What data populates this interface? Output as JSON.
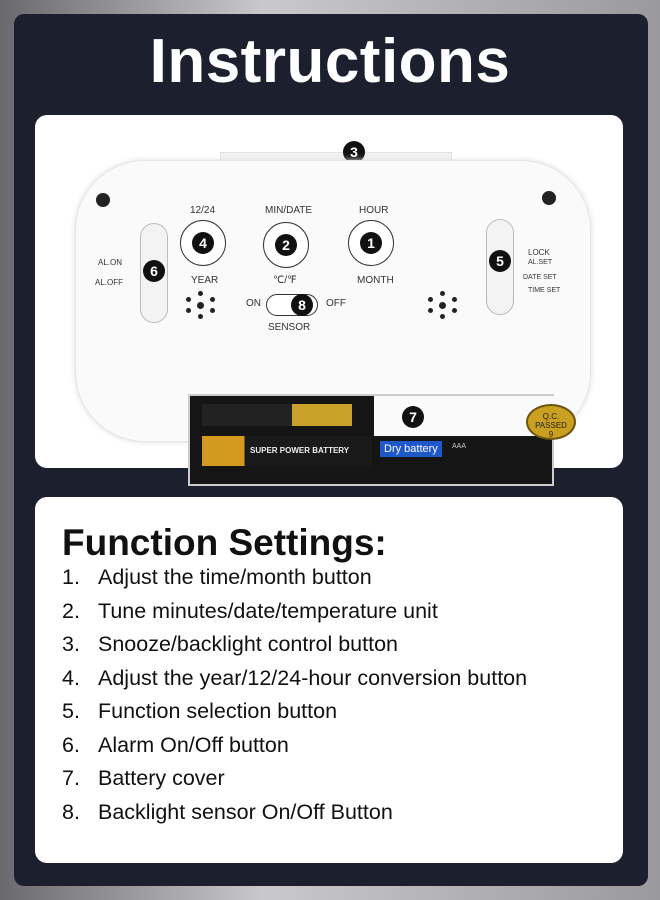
{
  "title": "Instructions",
  "device": {
    "labels": {
      "hour": "HOUR",
      "month": "MONTH",
      "min_date": "MIN/DATE",
      "temp_unit": "℃/℉",
      "twelve_24": "12/24",
      "year": "YEAR",
      "al_on": "AL.ON",
      "al_off": "AL.OFF",
      "lock": "LOCK",
      "al_set": "AL.SET",
      "date_set": "DATE SET",
      "time_set": "TIME SET",
      "on": "ON",
      "off": "OFF",
      "sensor": "SENSOR",
      "qc": "Q.C. PASSED 9",
      "battery1": "SUPER POWER BATTERY",
      "battery2": "Dry battery",
      "battery_size": "AAA"
    },
    "markers": [
      "1",
      "2",
      "3",
      "4",
      "5",
      "6",
      "7",
      "8"
    ]
  },
  "settings": {
    "heading": "Function Settings:",
    "items": [
      {
        "n": "1.",
        "text": "Adjust the time/month button"
      },
      {
        "n": "2.",
        "text": "Tune minutes/date/temperature unit"
      },
      {
        "n": "3.",
        "text": "Snooze/backlight control button"
      },
      {
        "n": "4.",
        "text": "Adjust the year/12/24-hour conversion button"
      },
      {
        "n": "5.",
        "text": "Function selection button"
      },
      {
        "n": "6.",
        "text": "Alarm On/Off button"
      },
      {
        "n": "7.",
        "text": "Battery cover"
      },
      {
        "n": "8.",
        "text": "Backlight sensor On/Off Button"
      }
    ]
  }
}
